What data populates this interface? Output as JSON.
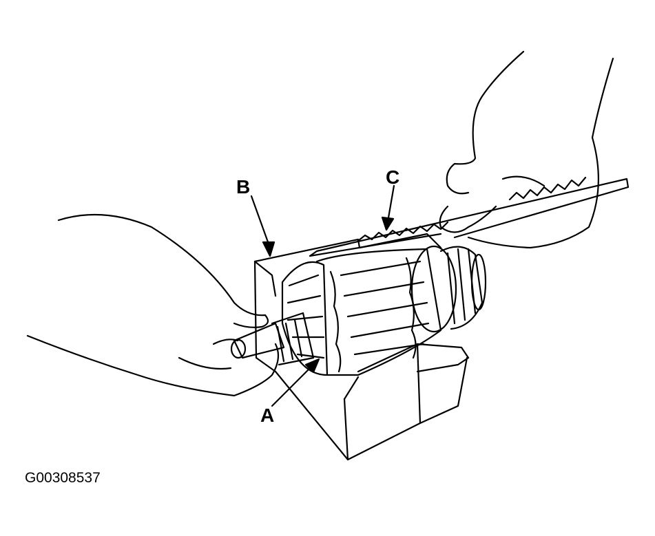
{
  "figure": {
    "id_code": "G00308537"
  },
  "callouts": {
    "a": "A",
    "b": "B",
    "c": "C"
  },
  "colors": {
    "ink": "#000000",
    "paper": "#ffffff"
  },
  "icons": {
    "armature": "armature-icon",
    "hacksaw_blade": "hacksaw-blade-icon",
    "growler": "growler-icon",
    "hand": "hand-icon"
  }
}
